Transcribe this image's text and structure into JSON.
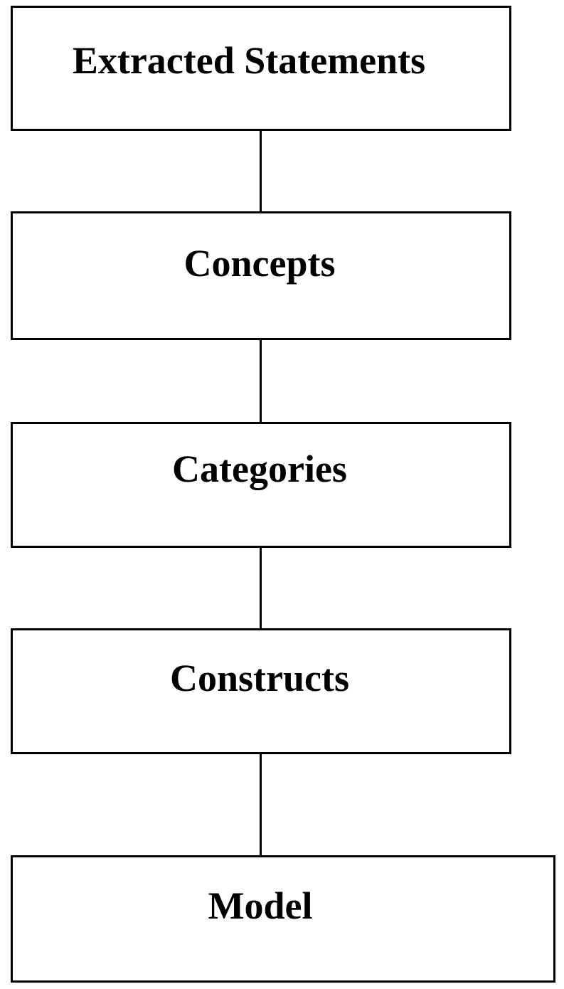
{
  "flowchart": {
    "steps": [
      {
        "label": "Extracted Statements"
      },
      {
        "label": "Concepts"
      },
      {
        "label": "Categories"
      },
      {
        "label": "Constructs"
      },
      {
        "label": "Model"
      }
    ],
    "colors": {
      "stroke": "#000000",
      "fill": "#ffffff",
      "text": "#000000"
    }
  }
}
